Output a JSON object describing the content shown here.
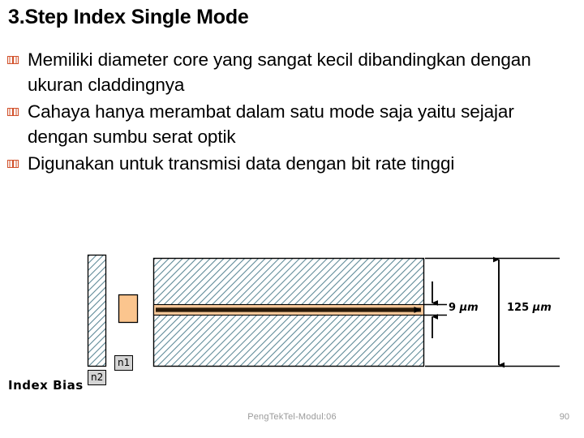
{
  "slide": {
    "title": "3.Step Index Single Mode",
    "bullets": [
      "Memiliki diameter core yang sangat kecil dibandingkan dengan ukuran claddingnya",
      "Cahaya hanya merambat dalam satu mode saja yaitu sejajar dengan sumbu serat optik",
      "Digunakan untuk transmisi data dengan bit rate tinggi"
    ],
    "bullet_icon": "open-book-icon",
    "bullet_color": "#D1502A"
  },
  "diagram": {
    "index_bias_label": "Index Bias",
    "n1_label": "n1",
    "n2_label": "n2",
    "core_diameter": "9 µm",
    "core_diameter_value": "9",
    "core_diameter_unit": "µm",
    "cladding_diameter": "125 µm",
    "cladding_diameter_value": "125",
    "cladding_diameter_unit": "µm",
    "colors": {
      "cladding_hatch": "#4F7F8C",
      "cladding_fill": "#FFFFFF",
      "core_fill": "#F6C89A",
      "core_center": "#2B1A08",
      "n1_block": "#FBC58E",
      "label_box": "#D4D4D4",
      "outline": "#000000"
    }
  },
  "footer": {
    "center_text": "PengTekTel-Modul:06",
    "page_number": "90",
    "color": "#9A9A9A"
  }
}
